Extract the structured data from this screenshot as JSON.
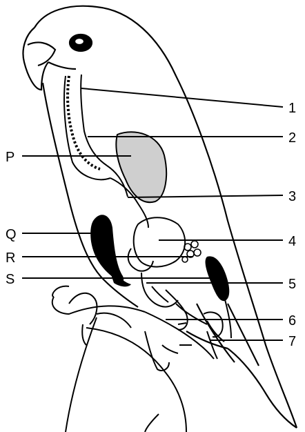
{
  "diagram": {
    "right_labels": [
      "1",
      "2",
      "3",
      "4",
      "5",
      "6",
      "7"
    ],
    "left_labels": [
      "P",
      "Q",
      "R",
      "S"
    ]
  },
  "colors": {
    "ink": "#000000",
    "stipple": "#cfcfcf",
    "paper": "#ffffff"
  }
}
